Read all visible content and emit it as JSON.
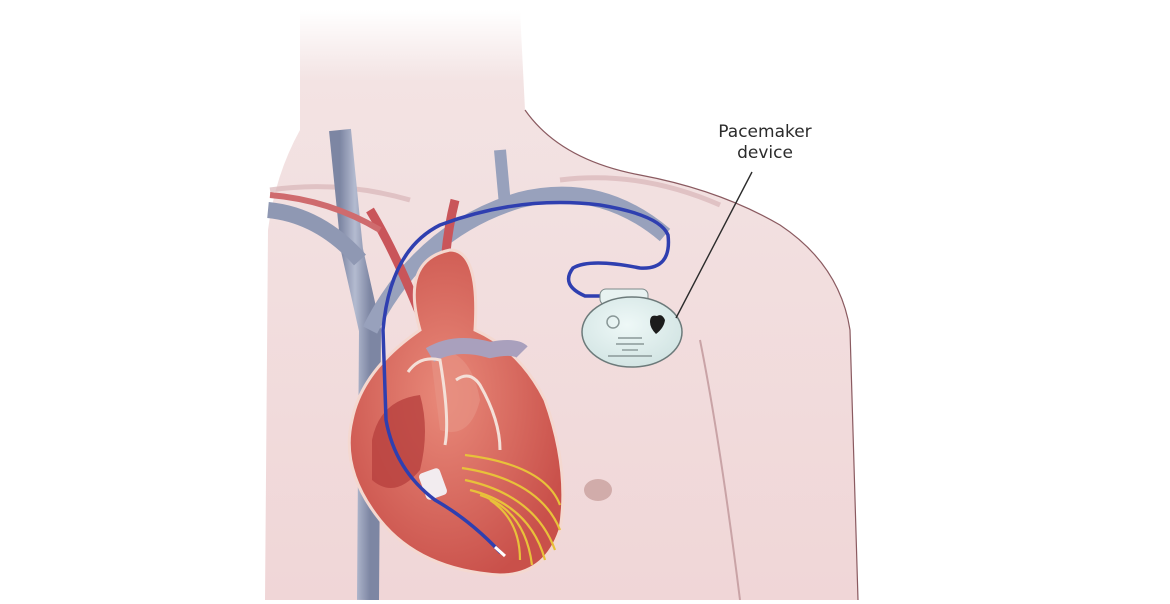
{
  "figure": {
    "subject": "Chest illustration showing implanted pacemaker with lead into the heart",
    "labels": [
      {
        "id": "pacemaker",
        "line1": "Pacemaker",
        "line2": "device"
      }
    ],
    "colors": {
      "background": "#ffffff",
      "skin": "#f2dcdc",
      "skin_shadow": "#d9b3b5",
      "vein": "#8f98b3",
      "artery": "#c9555a",
      "heart": "#d9645a",
      "heart_inner": "#b8413e",
      "lead_wire": "#2f3fb0",
      "device_body": "#dfeeed",
      "device_outline": "#6c7a7a",
      "conduction_waves": "#e8c13a",
      "label_text": "#2b2b2b"
    }
  }
}
